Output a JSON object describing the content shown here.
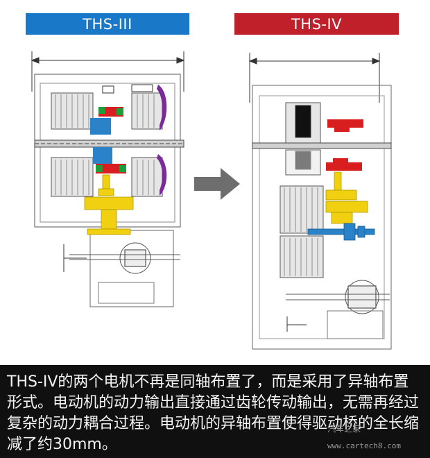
{
  "left_label": "THS-III",
  "right_label": "THS-IV",
  "caption": "THS-IV的两个电机不再是同轴布置了，而是采用了异轴布置形式。电动机的动力输出直接通过齿轮传动输出，无需再经过复杂的动力耦合过程。电动机的异轴布置使得驱动桥的全长缩减了约30mm。",
  "watermark": {
    "site": "汽车之家",
    "url": "www.cartech8.com"
  },
  "colors": {
    "left_banner": "#1a78c8",
    "right_banner": "#c0202a",
    "gear_red": "#d81e1e",
    "gear_green": "#1e9e3a",
    "shaft_blue": "#2a82c8",
    "carrier_yellow": "#f0d010",
    "bracket_purple": "#7a2a9a",
    "arrow_gray": "#6e6e6e"
  }
}
